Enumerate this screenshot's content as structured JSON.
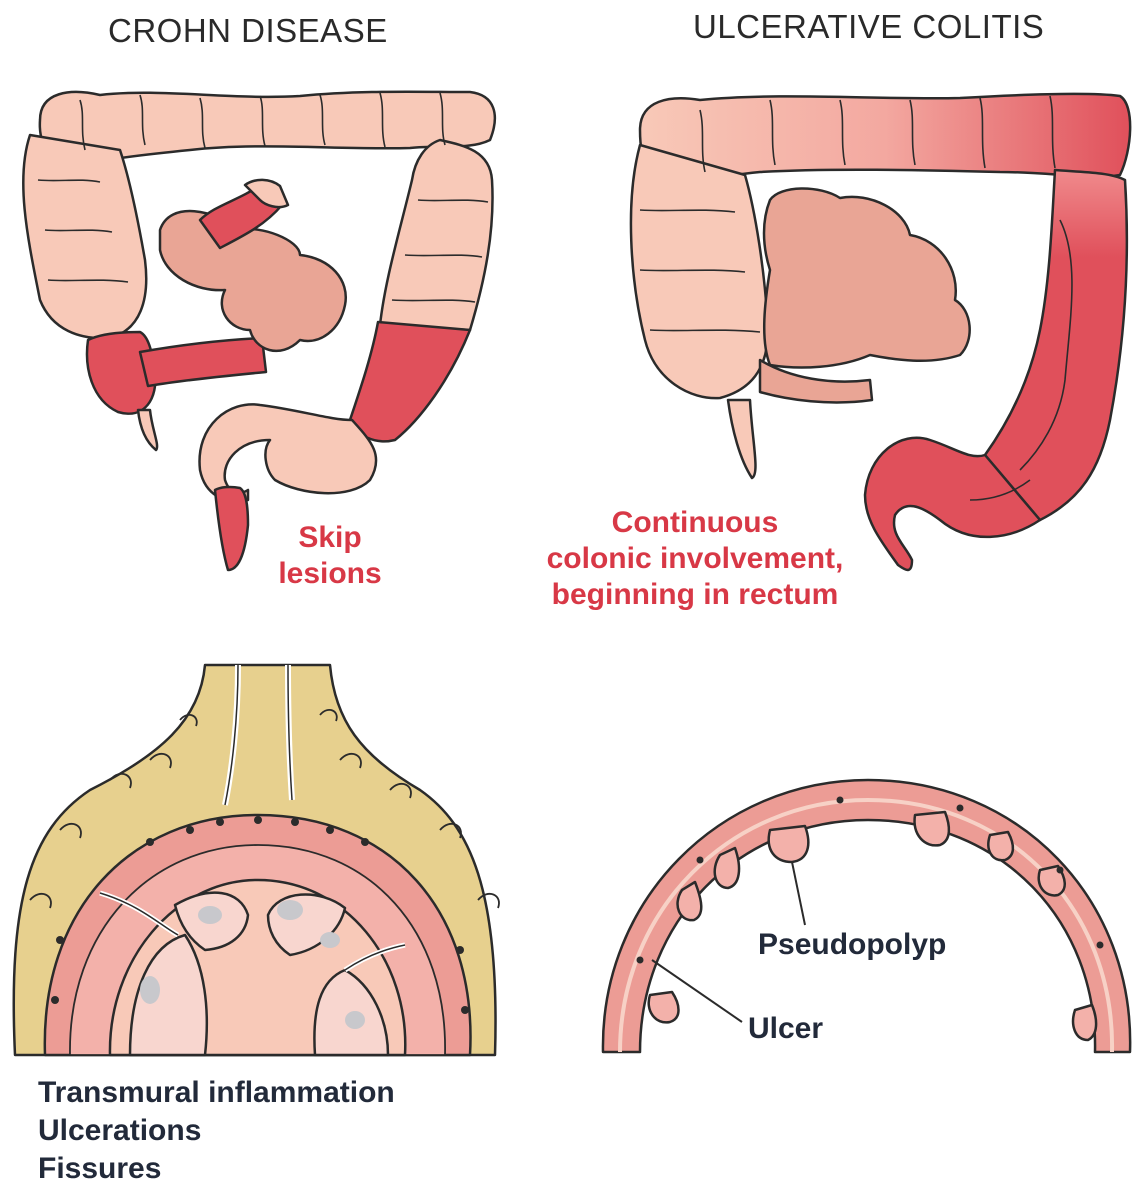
{
  "headings": {
    "crohn": "CROHN DISEASE",
    "uc": "ULCERATIVE COLITIS"
  },
  "labels": {
    "skip_line1": "Skip",
    "skip_line2": "lesions",
    "cont_line1": "Continuous",
    "cont_line2": "colonic involvement,",
    "cont_line3": "beginning in rectum",
    "pseudopolyp": "Pseudopolyp",
    "ulcer": "Ulcer",
    "crohn_feat1": "Transmural inflammation",
    "crohn_feat2": "Ulcerations",
    "crohn_feat3": "Fissures"
  },
  "colors": {
    "healthy": "#f8c9b8",
    "smallbowel": "#e9a595",
    "lesion": "#e0505b",
    "fat": "#e7d08e",
    "muscle": "#ec9c95",
    "outline": "#2b2b2b",
    "label_red": "#d83846",
    "label_dark": "#222a3a"
  }
}
